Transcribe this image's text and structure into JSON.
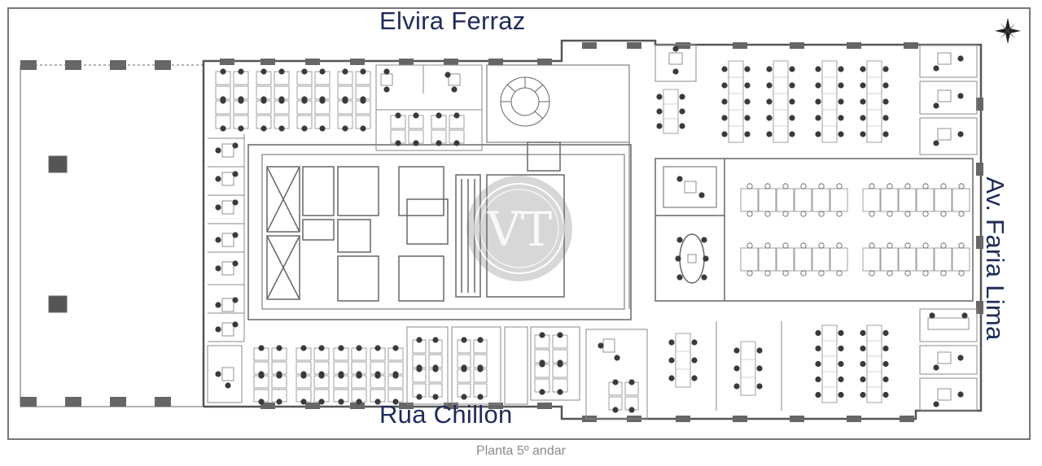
{
  "streets": {
    "north": "Elvira Ferraz",
    "south": "Rua Chillon",
    "east": "Av. Faria Lima"
  },
  "caption": "Planta 5º andar",
  "watermark": {
    "letters": "VT"
  },
  "icons": {
    "compass": "compass-rose-icon"
  },
  "colors": {
    "wall": "#555555",
    "line": "#888888",
    "chair": "#3a3a3a",
    "street_text": "#1f2a5a",
    "caption_text": "#8a8a8a",
    "watermark": "#6b6b6b"
  }
}
